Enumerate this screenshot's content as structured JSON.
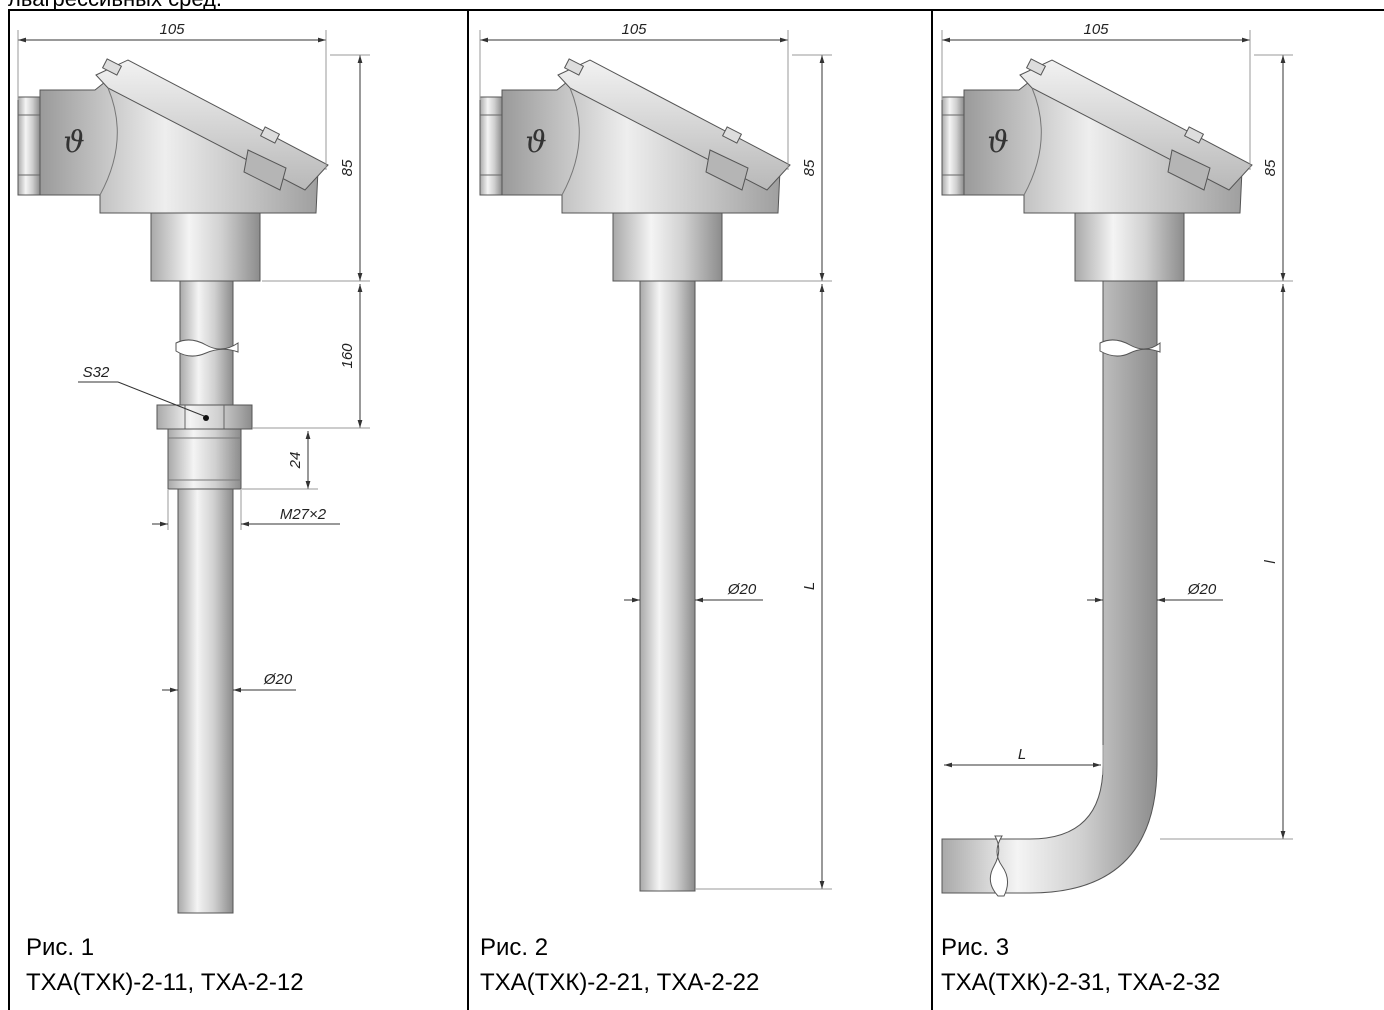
{
  "header_text": "льагрессивных сред.",
  "figures": [
    {
      "fig_label": "Рис. 1",
      "models": "ТХА(ТХК)-2-11, ТХА-2-12",
      "dims": {
        "width": "105",
        "head_height": "85",
        "top_length": "160",
        "hex": "S32",
        "thread_length": "24",
        "thread": "M27×2",
        "diameter": "Ø20"
      }
    },
    {
      "fig_label": "Рис. 2",
      "models": "ТХА(ТХК)-2-21, ТХА-2-22",
      "dims": {
        "width": "105",
        "head_height": "85",
        "length": "L",
        "diameter": "Ø20"
      }
    },
    {
      "fig_label": "Рис. 3",
      "models": "ТХА(ТХК)-2-31, ТХА-2-32",
      "dims": {
        "width": "105",
        "head_height": "85",
        "length": "l",
        "bend_length": "L",
        "diameter": "Ø20"
      }
    }
  ],
  "colors": {
    "frame": "#000000",
    "metal_light": "#f2f2f2",
    "metal_mid": "#c4c4c4",
    "metal_dark": "#8a8a8a",
    "dim_line": "#333333"
  }
}
